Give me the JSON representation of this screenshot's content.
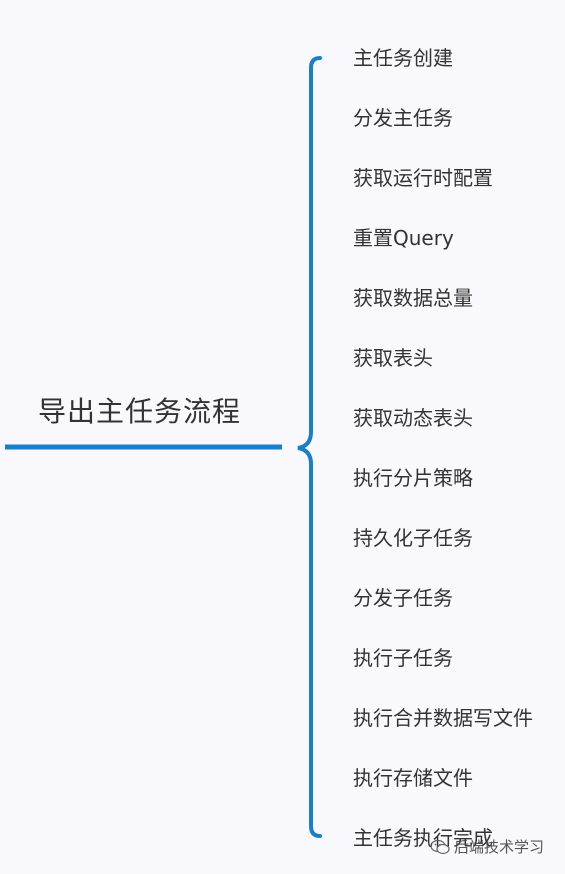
{
  "colors": {
    "line": "#1a7fc9",
    "text": "#333333",
    "background": "#f8f8fd"
  },
  "root": {
    "label": "导出主任务流程"
  },
  "branches": [
    "主任务创建",
    "分发主任务",
    "获取运行时配置",
    "重置Query",
    "获取数据总量",
    "获取表头",
    "获取动态表头",
    "执行分片策略",
    "持久化子任务",
    "分发子任务",
    "执行子任务",
    "执行合并数据写文件",
    "执行存储文件",
    "主任务执行完成"
  ],
  "watermark": {
    "icon": "wechat-icon",
    "text": "后端技术学习"
  }
}
